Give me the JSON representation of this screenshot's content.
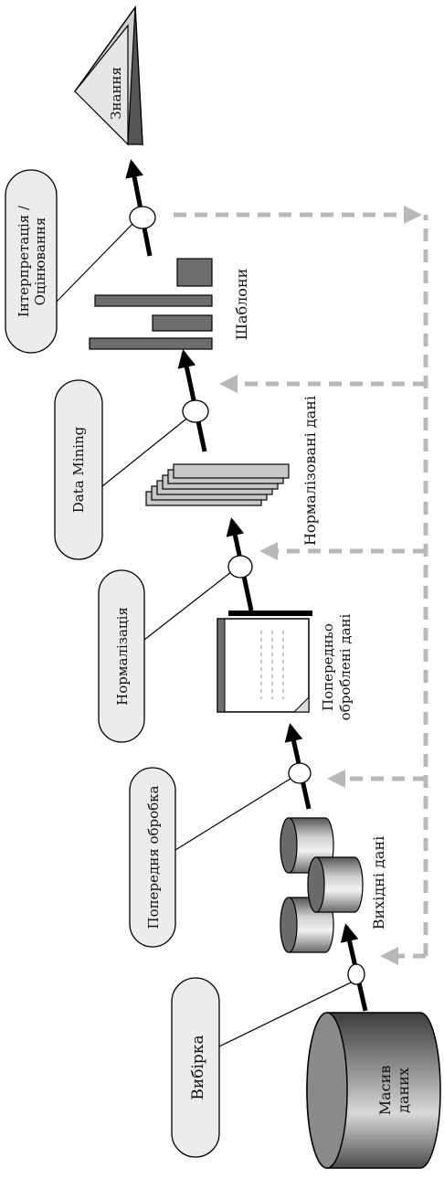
{
  "stages": [
    {
      "id": "selection",
      "label": "Вибірка"
    },
    {
      "id": "preprocessing",
      "label": "Попередня обробка"
    },
    {
      "id": "normalization",
      "label": "Нормалізація"
    },
    {
      "id": "mining",
      "label": "Data Mining"
    },
    {
      "id": "interpretation",
      "label_line1": "Інтерпретація /",
      "label_line2": "Оцінювання"
    }
  ],
  "artifacts": {
    "data_mass": {
      "line1": "Масив",
      "line2": "даних"
    },
    "source_data": {
      "label": "Вихідні дані"
    },
    "preprocessed": {
      "line1": "Попередньо",
      "line2": "оброблені дані"
    },
    "normalized": {
      "label": "Нормалізовані дані"
    },
    "patterns": {
      "label": "Шаблони"
    },
    "knowledge": {
      "label": "Знання"
    }
  },
  "colors": {
    "dashed_feedback": "#b8b8b8",
    "dark_gray": "#6e6e6e",
    "light_gray": "#c8c8c8",
    "pill_fill": "#ececec",
    "arrow": "#000000"
  }
}
